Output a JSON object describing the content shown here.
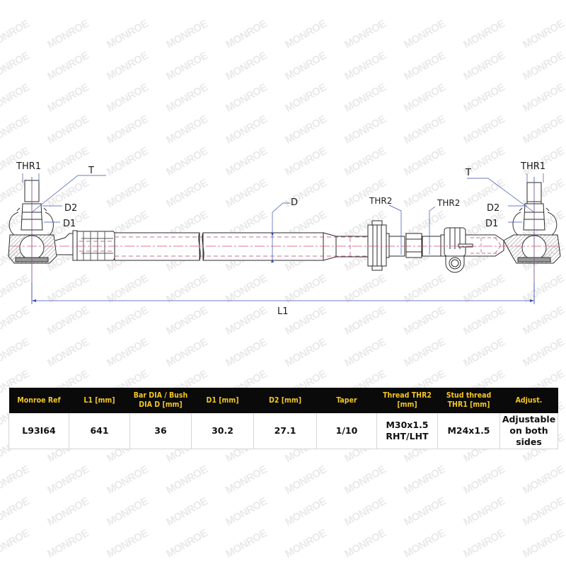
{
  "brand": {
    "watermark_text": "MONROE",
    "header_bg": "#0a0a0a",
    "header_fg": "#f3c623"
  },
  "diagram": {
    "title": "Tie rod assembly technical drawing",
    "labels": {
      "thr1_left": "THR1",
      "t_left": "T",
      "d2_left": "D2",
      "d1_left": "D1",
      "d_bar": "D",
      "thr2_a": "THR2",
      "thr2_b": "THR2",
      "t_right": "T",
      "thr1_right": "THR1",
      "d2_right": "D2",
      "d1_right": "D1",
      "l1": "L1"
    },
    "colors": {
      "outline": "#2a2a2a",
      "centerline": "#d0506a",
      "hidden": "#b0407a",
      "dimension": "#3a4fb0",
      "hatch": "#888888"
    }
  },
  "table": {
    "headers": [
      {
        "line1": "Monroe Ref",
        "line2": ""
      },
      {
        "line1": "L1 [mm]",
        "line2": ""
      },
      {
        "line1": "Bar DIA / Bush",
        "line2": "DIA D [mm]"
      },
      {
        "line1": "D1 [mm]",
        "line2": ""
      },
      {
        "line1": "D2 [mm]",
        "line2": ""
      },
      {
        "line1": "Taper",
        "line2": ""
      },
      {
        "line1": "Thread THR2",
        "line2": "[mm]"
      },
      {
        "line1": "Stud thread",
        "line2": "THR1 [mm]"
      },
      {
        "line1": "Adjust.",
        "line2": ""
      }
    ],
    "row": {
      "monroe_ref": "L93I64",
      "l1": "641",
      "bar_dia": "36",
      "d1": "30.2",
      "d2": "27.1",
      "taper": "1/10",
      "thr2_line1": "M30x1.5",
      "thr2_line2": "RHT/LHT",
      "thr1": "M24x1.5",
      "adjust_line1": "Adjustable",
      "adjust_line2": "on both",
      "adjust_line3": "sides"
    }
  }
}
